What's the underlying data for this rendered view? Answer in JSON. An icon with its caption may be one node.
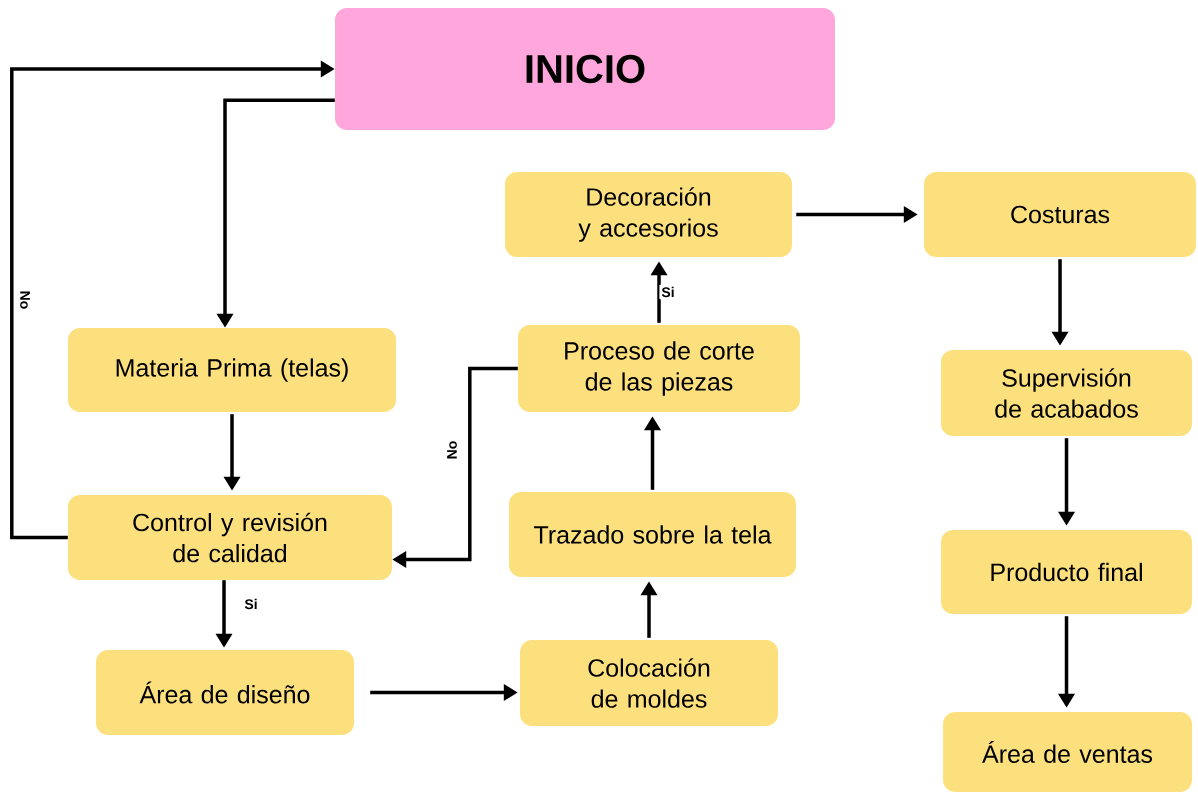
{
  "diagram": {
    "nodes": [
      {
        "text": [
          "INICIO"
        ]
      },
      {
        "text": [
          "Materia Prima (telas)"
        ]
      },
      {
        "text": [
          "Control y revisión de calidad"
        ]
      },
      {
        "text": [
          "Área de diseño"
        ]
      },
      {
        "text": [
          "Colocación de moldes"
        ]
      },
      {
        "text": [
          "Trazado sobre la tela"
        ]
      },
      {
        "text": [
          "Proceso de corte de las piezas"
        ]
      },
      {
        "text": [
          "Decoración y accesorios"
        ]
      },
      {
        "text": [
          "Costuras"
        ]
      },
      {
        "text": [
          "Supervisión de acabados"
        ]
      },
      {
        "text": [
          "Producto final"
        ]
      },
      {
        "text": [
          "Área de ventas"
        ]
      }
    ],
    "edges": [
      {
        "from": 0,
        "to": 1,
        "arrow": "to"
      },
      {
        "from": 1,
        "to": 2,
        "arrow": "to"
      },
      {
        "from": 2,
        "to": 0,
        "arrow": "to",
        "label": "No"
      },
      {
        "from": 2,
        "to": 3,
        "arrow": "to",
        "label": "Si"
      },
      {
        "from": 3,
        "to": 4,
        "arrow": "to"
      },
      {
        "from": 4,
        "to": 5,
        "arrow": "to"
      },
      {
        "from": 5,
        "to": 6,
        "arrow": "to"
      },
      {
        "from": 6,
        "to": 2,
        "arrow": "to",
        "label": "No"
      },
      {
        "from": 6,
        "to": 7,
        "arrow": "to",
        "label": "Si"
      },
      {
        "from": 7,
        "to": 8,
        "arrow": "to"
      },
      {
        "from": 8,
        "to": 9,
        "arrow": "to"
      },
      {
        "from": 9,
        "to": 10,
        "arrow": "to"
      },
      {
        "from": 10,
        "to": 11,
        "arrow": "to"
      }
    ]
  }
}
